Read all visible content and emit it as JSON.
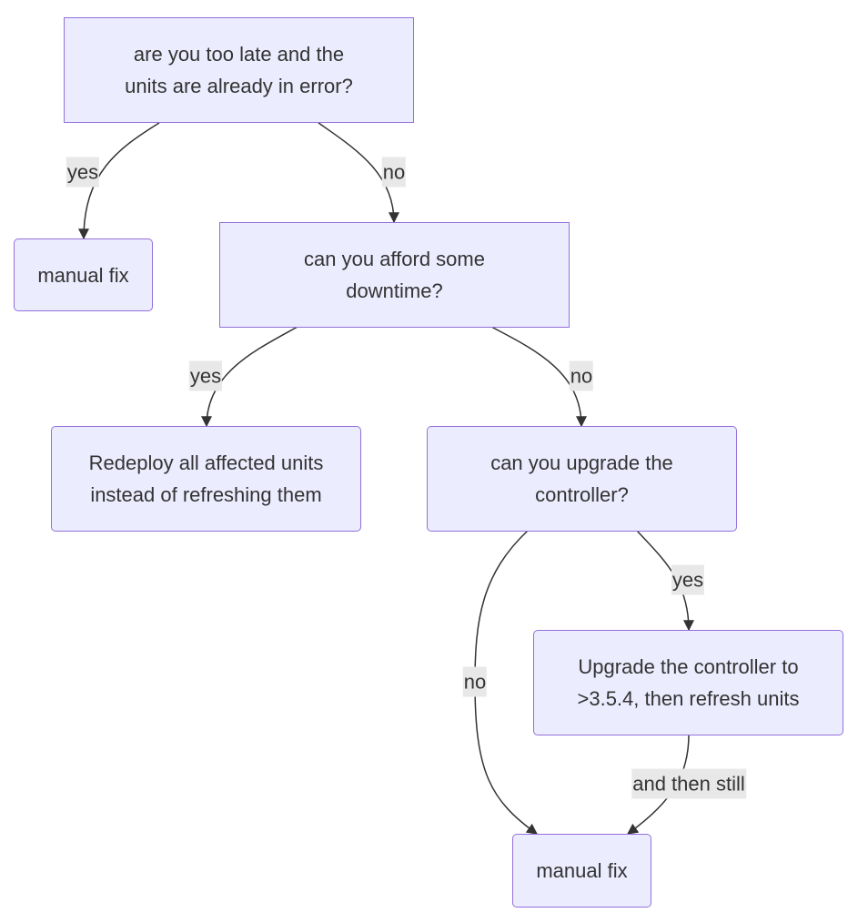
{
  "nodes": {
    "q_too_late": {
      "line1": "are you too late and the",
      "line2": "units are already in error?"
    },
    "fix_top": {
      "label": "manual fix"
    },
    "q_downtime": {
      "line1": "can you afford some",
      "line2": "downtime?"
    },
    "redeploy": {
      "line1": "Redeploy all affected units",
      "line2": "instead of refreshing them"
    },
    "q_upgrade": {
      "line1": "can you upgrade the",
      "line2": "controller?"
    },
    "upgrade": {
      "line1": "Upgrade the controller to",
      "line2": ">3.5.4, then refresh units"
    },
    "fix_bottom": {
      "label": "manual fix"
    }
  },
  "edge_labels": {
    "late_yes": "yes",
    "late_no": "no",
    "downtime_yes": "yes",
    "downtime_no": "no",
    "upgrade_no": "no",
    "upgrade_yes": "yes",
    "then_still": "and then still"
  },
  "colors": {
    "node_fill": "#ECECFF",
    "node_border": "#9370DB",
    "edge": "#333333",
    "label_bg": "#E8E8E8",
    "text": "#333333"
  }
}
